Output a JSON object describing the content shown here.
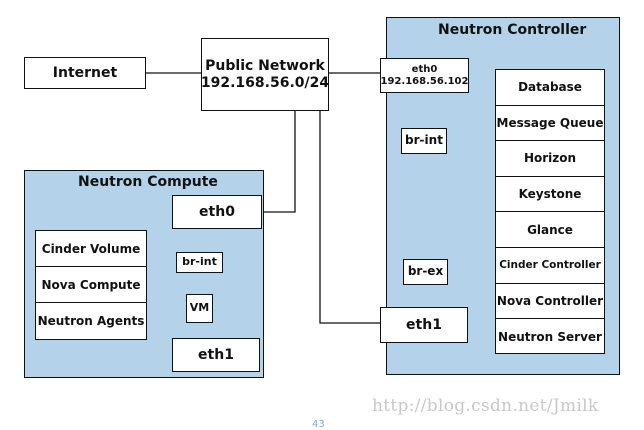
{
  "internet": {
    "label": "Internet"
  },
  "public_network": {
    "line1": "Public Network",
    "line2": "192.168.56.0/24"
  },
  "controller": {
    "title": "Neutron Controller",
    "eth0_name": "eth0",
    "eth0_ip": "192.168.56.102",
    "br_int": "br-int",
    "br_ex": "br-ex",
    "eth1": "eth1",
    "services": [
      "Database",
      "Message Queue",
      "Horizon",
      "Keystone",
      "Glance",
      "Cinder Controller",
      "Nova Controller",
      "Neutron Server"
    ]
  },
  "compute": {
    "title": "Neutron Compute",
    "eth0": "eth0",
    "br_int": "br-int",
    "vm": "VM",
    "eth1": "eth1",
    "services": [
      "Cinder Volume",
      "Nova Compute",
      "Neutron Agents"
    ]
  },
  "watermark": "http://blog.csdn.net/Jmilk",
  "page_number": "43"
}
